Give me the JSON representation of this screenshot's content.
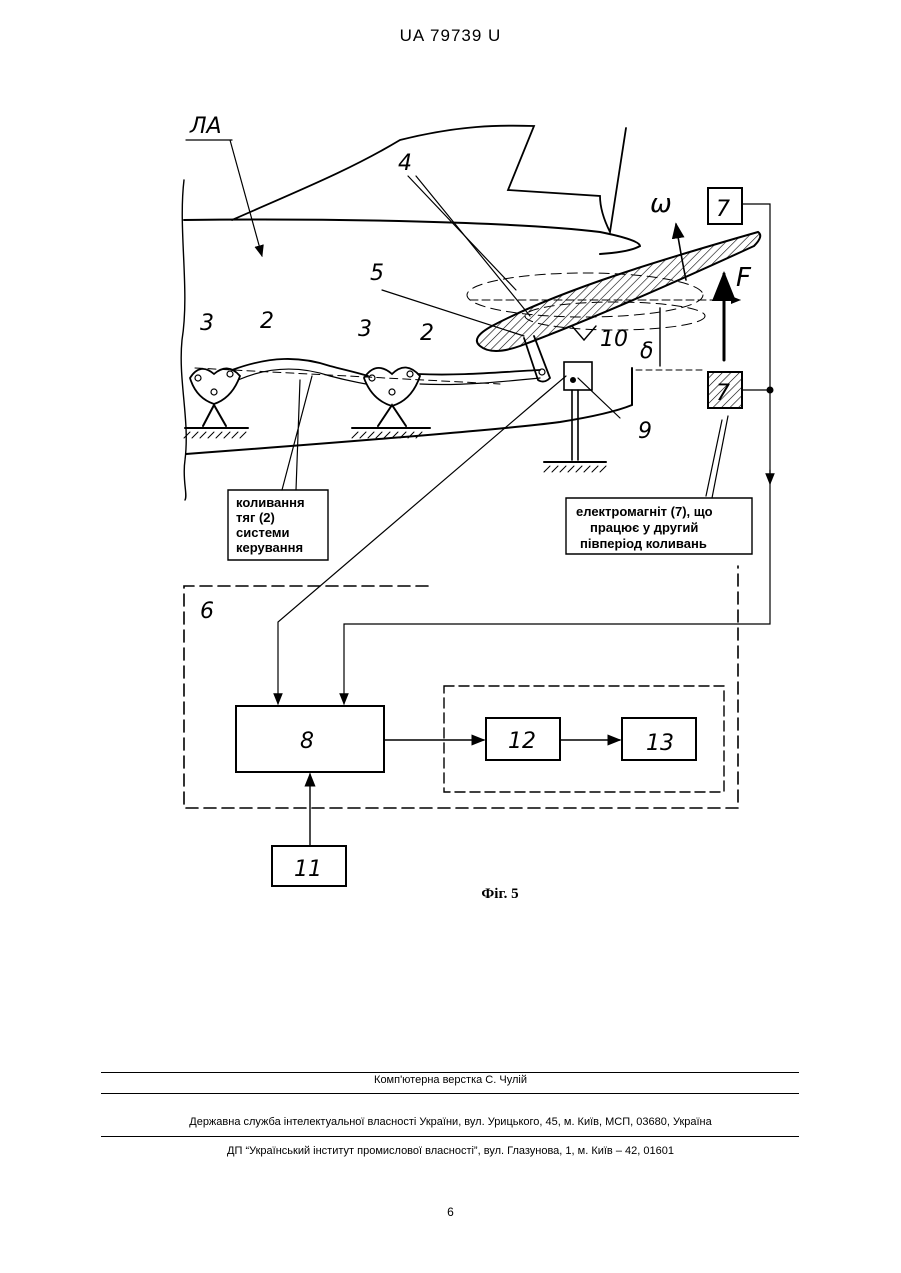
{
  "header": {
    "patent_number": "UA   79739   U"
  },
  "figure": {
    "caption": "Фіг. 5",
    "labels": {
      "aircraft": "ЛА",
      "rotor": "4",
      "arm": "5",
      "rod_left": "2",
      "rod_right": "2",
      "hinge_left": "3",
      "hinge_right": "3",
      "block_6": "6",
      "magnet_top": "7",
      "magnet_bottom": "7",
      "block_8": "8",
      "sensor_9": "9",
      "sensor_10": "10",
      "block_11": "11",
      "block_12": "12",
      "block_13": "13",
      "omega": "ω",
      "force": "F",
      "delta": "δ"
    },
    "callout_left": [
      "коливання",
      "тяг (2)",
      "системи",
      "керування"
    ],
    "callout_right": [
      "електромагніт (7), що",
      "працює у другий",
      "півперіод коливань"
    ]
  },
  "footer": {
    "line1": "Комп'ютерна верстка С. Чулій",
    "line2": "Державна служба інтелектуальної власності України, вул. Урицького, 45, м. Київ, МСП, 03680, Україна",
    "line3": "ДП “Український інститут промислової власності”, вул. Глазунова, 1, м. Київ – 42, 01601"
  },
  "page_number": "6"
}
